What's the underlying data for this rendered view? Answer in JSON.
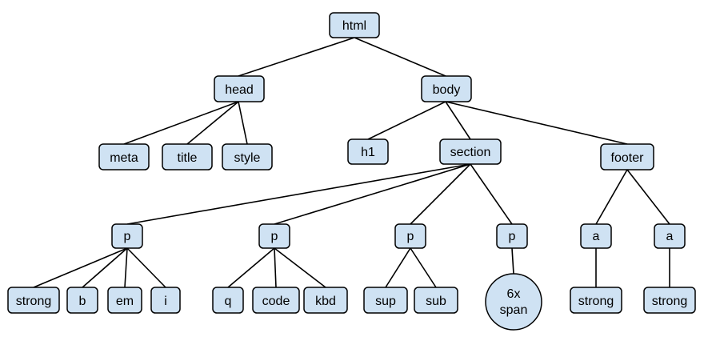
{
  "nodes": {
    "html": "html",
    "head": "head",
    "body": "body",
    "meta": "meta",
    "title": "title",
    "style": "style",
    "h1": "h1",
    "section": "section",
    "footer": "footer",
    "p1": "p",
    "p2": "p",
    "p3": "p",
    "p4": "p",
    "a1": "a",
    "a2": "a",
    "strong1": "strong",
    "b": "b",
    "em": "em",
    "i": "i",
    "q": "q",
    "code": "code",
    "kbd": "kbd",
    "sup": "sup",
    "sub": "sub",
    "span_count": "6x",
    "span_label": "span",
    "strong2": "strong",
    "strong3": "strong"
  },
  "colors": {
    "node_fill": "#cfe2f3",
    "stroke": "#000000"
  }
}
